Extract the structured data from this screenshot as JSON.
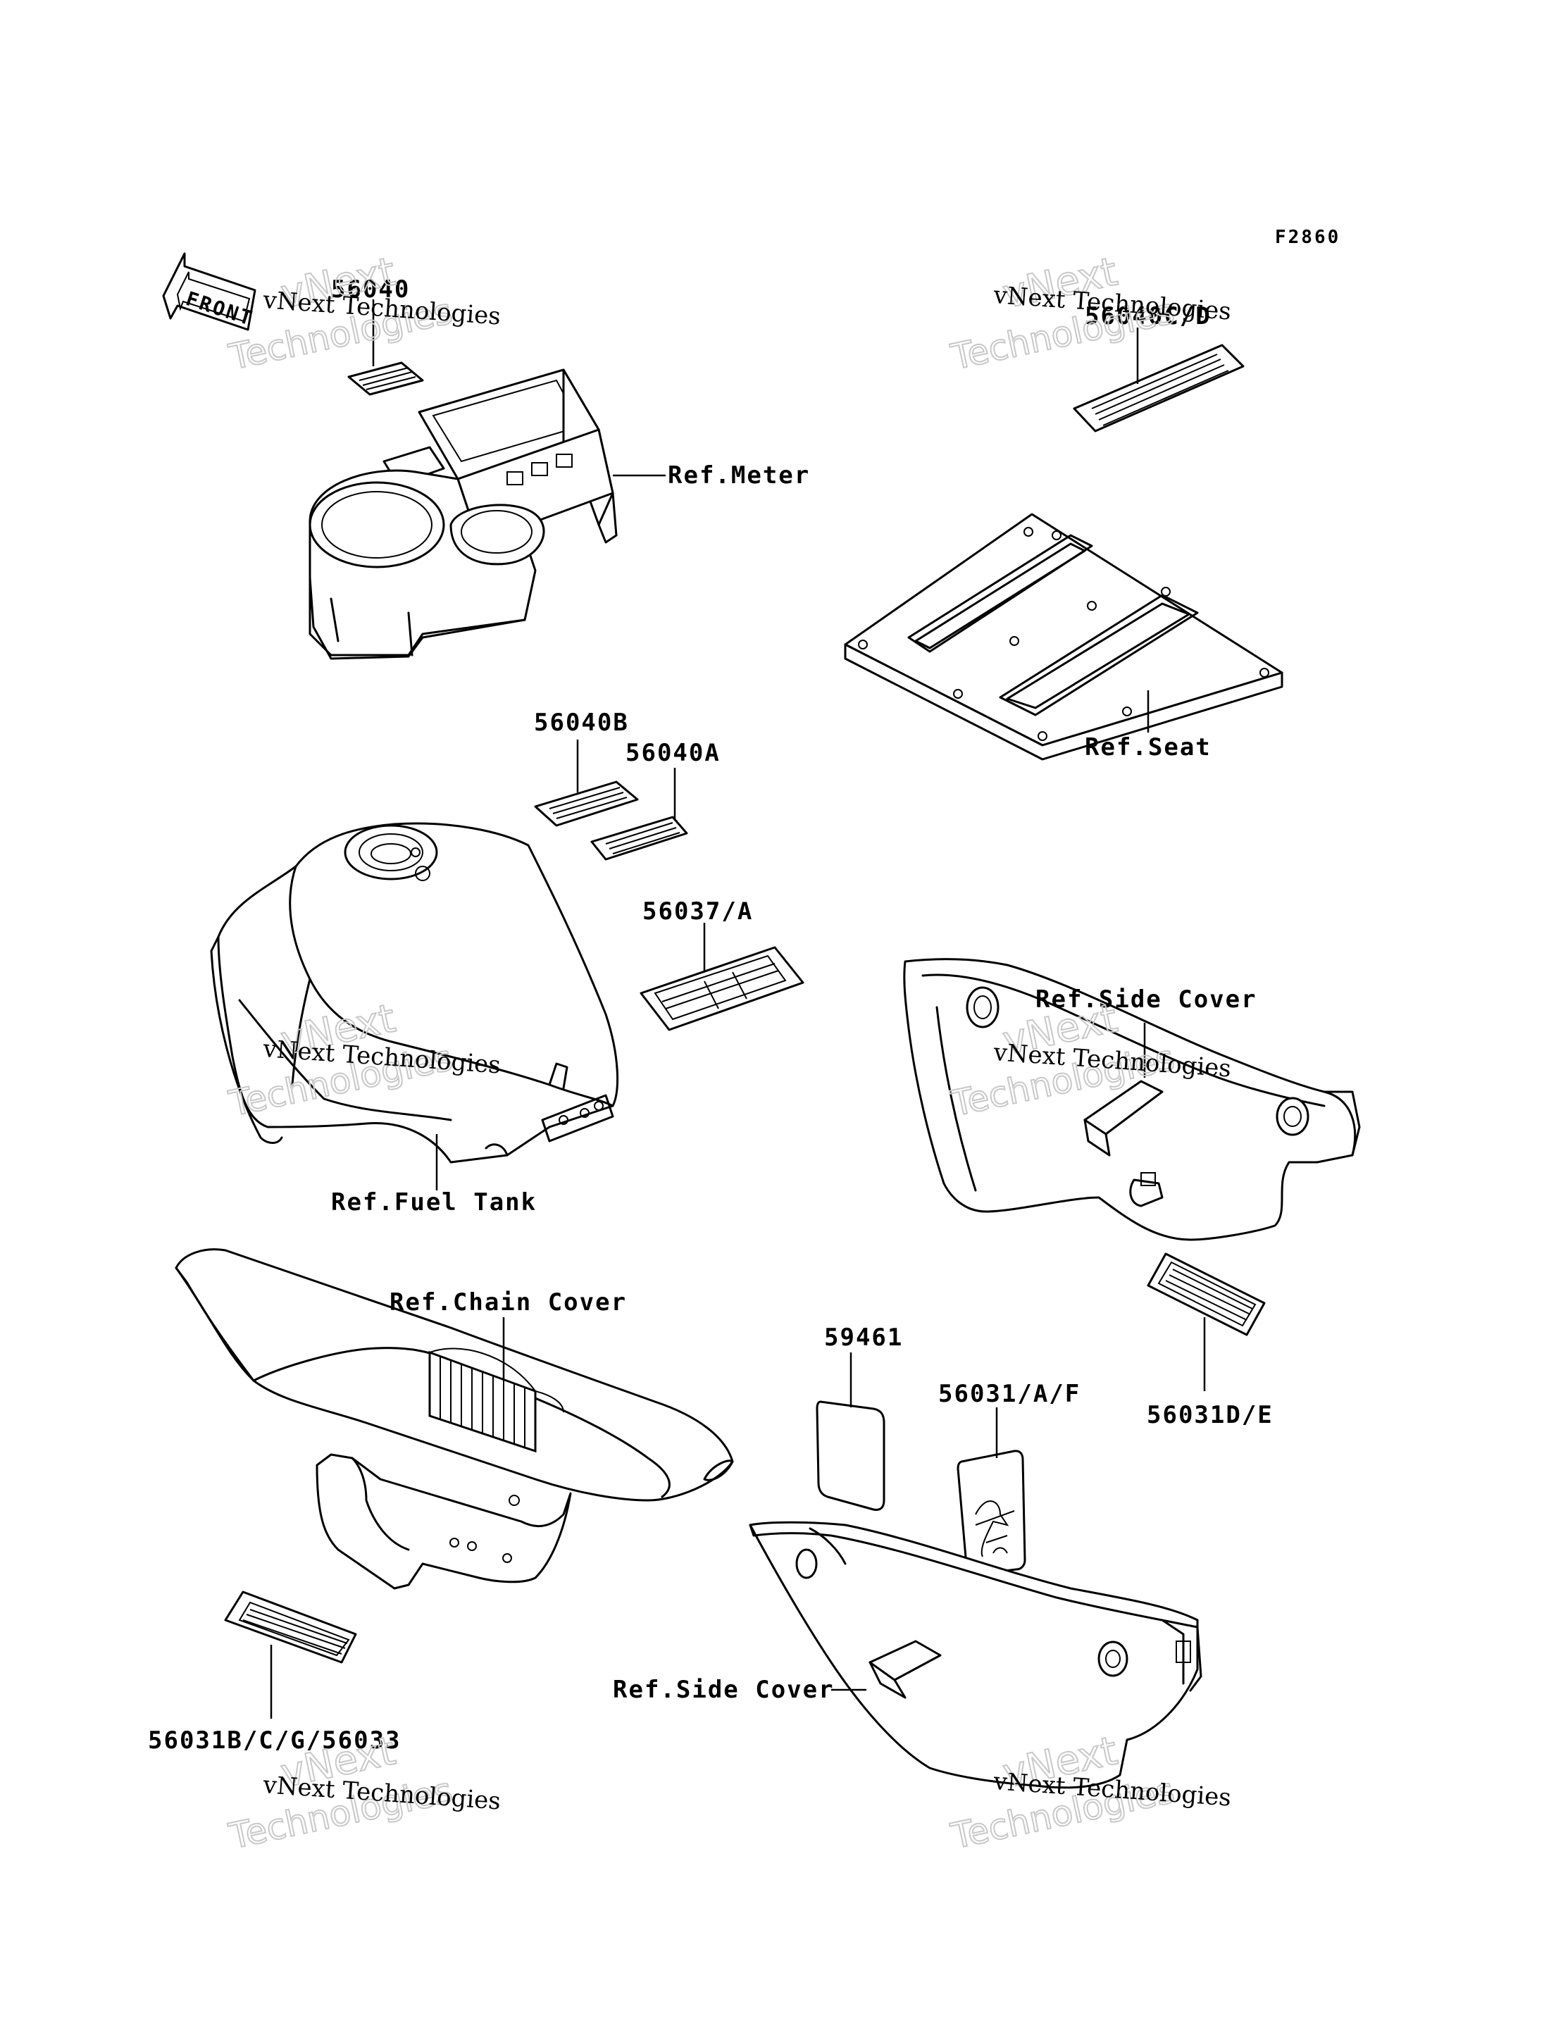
{
  "figure_code": "F2860",
  "front_label": "FRONT",
  "watermark": {
    "line1": "vNext Technologies",
    "line2": "vNext",
    "line3": "Technologies"
  },
  "parts": [
    {
      "id": "p1",
      "label": "56040"
    },
    {
      "id": "p2",
      "label": "56040C/D"
    },
    {
      "id": "p3",
      "label": "56040B"
    },
    {
      "id": "p4",
      "label": "56040A"
    },
    {
      "id": "p5",
      "label": "56037/A"
    },
    {
      "id": "p6",
      "label": "59461"
    },
    {
      "id": "p7",
      "label": "56031/A/F"
    },
    {
      "id": "p8",
      "label": "56031D/E"
    },
    {
      "id": "p9",
      "label": "56031B/C/G/56033"
    }
  ],
  "refs": {
    "meter": "Ref.Meter",
    "seat": "Ref.Seat",
    "fuel_tank": "Ref.Fuel Tank",
    "side_cover_right": "Ref.Side Cover",
    "chain_cover": "Ref.Chain Cover",
    "side_cover_left": "Ref.Side Cover"
  }
}
